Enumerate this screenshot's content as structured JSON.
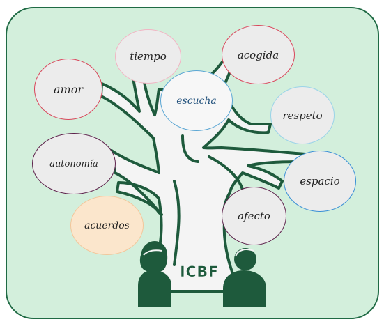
{
  "diagram": {
    "brand": "ICBF",
    "colors": {
      "panel_background": "#d3efdc",
      "panel_border": "#1f6a44",
      "branch_outline": "#1e5a3c",
      "trunk_fill": "#f4f4f4",
      "people": "#1e5a3c"
    },
    "values": [
      {
        "id": "tiempo",
        "label": "tiempo",
        "border": "#f2b4c3"
      },
      {
        "id": "acogida",
        "label": "acogida",
        "border": "#d9455a"
      },
      {
        "id": "amor",
        "label": "amor",
        "border": "#d9455a"
      },
      {
        "id": "escucha",
        "label": "escucha",
        "border": "#5aa6d4"
      },
      {
        "id": "respeto",
        "label": "respeto",
        "border": "#9ad3e8"
      },
      {
        "id": "autonomia",
        "label": "autonomía",
        "border": "#5c1f4a"
      },
      {
        "id": "espacio",
        "label": "espacio",
        "border": "#3a8fd6"
      },
      {
        "id": "afecto",
        "label": "afecto",
        "border": "#5c1f4a"
      },
      {
        "id": "acuerdos",
        "label": "acuerdos",
        "border": "#f3c69a"
      }
    ]
  }
}
